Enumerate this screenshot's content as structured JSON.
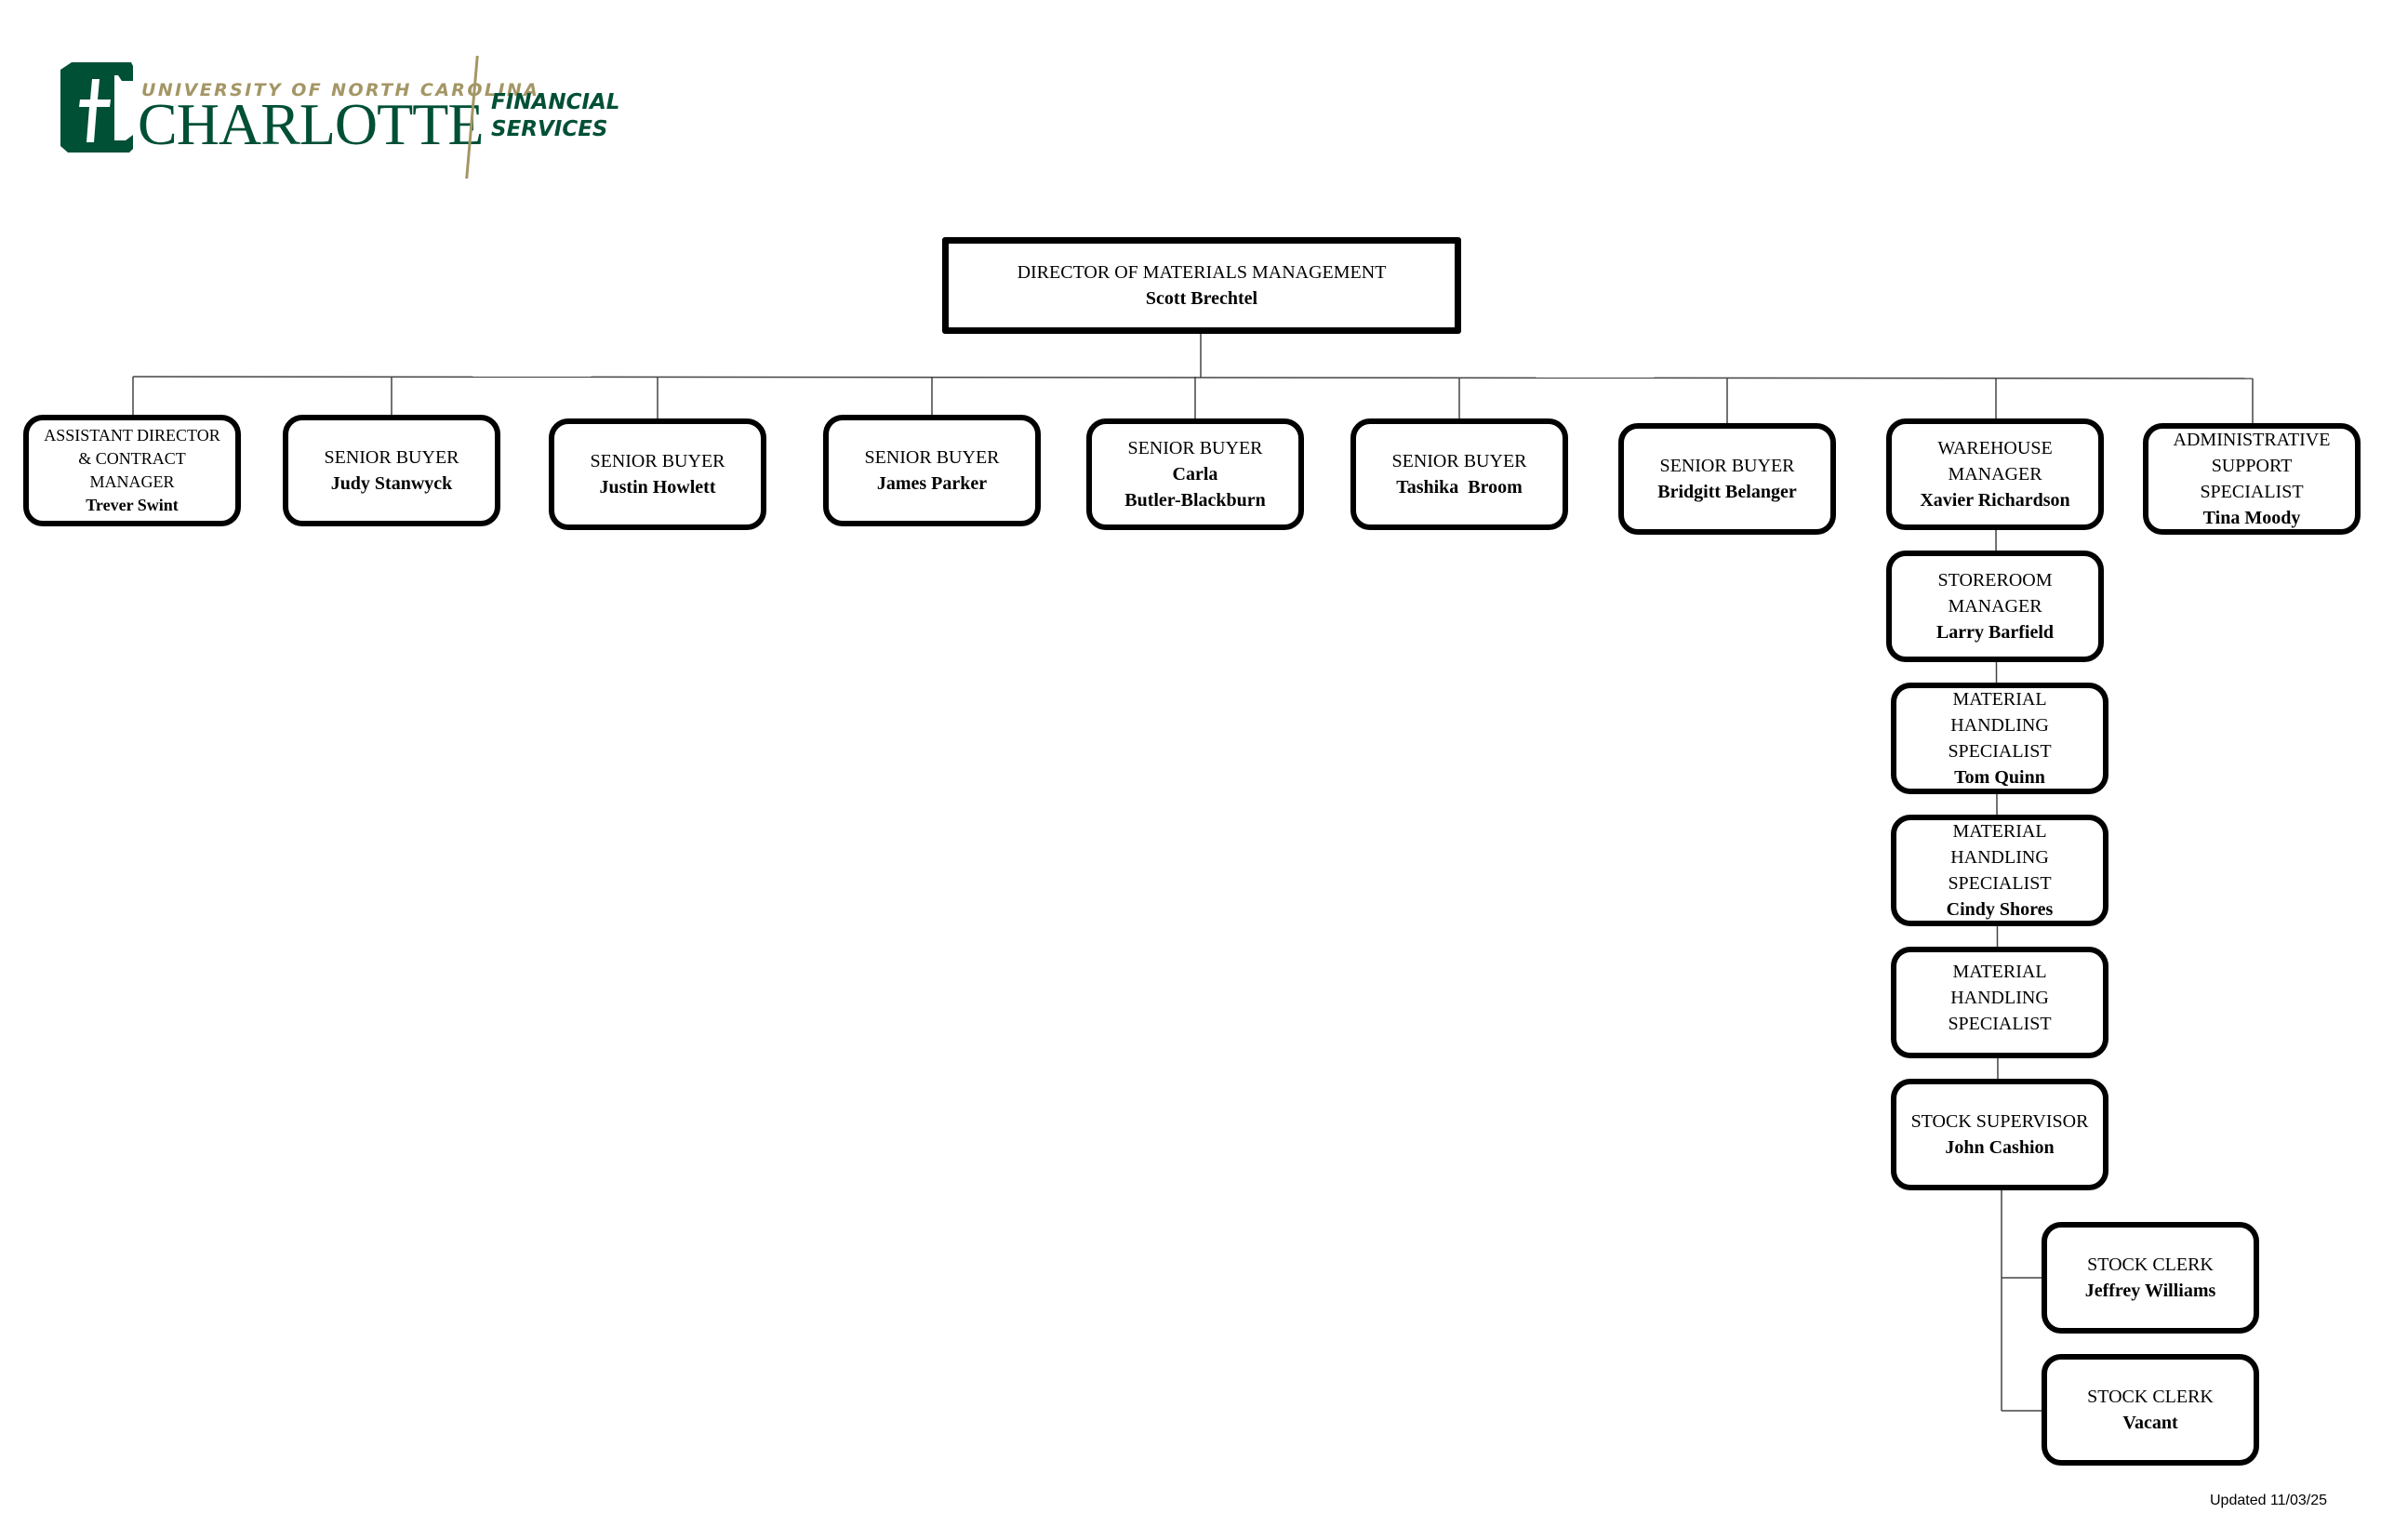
{
  "logo": {
    "university_line": "UNIVERSITY OF NORTH CAROLINA",
    "name": "CHARLOTTE",
    "unit_line1": "FINANCIAL",
    "unit_line2": "SERVICES",
    "brand_green": "#005035",
    "brand_gold": "#a49665"
  },
  "director": {
    "role": "DIRECTOR OF MATERIALS MANAGEMENT",
    "name": "Scott Brechtel"
  },
  "reports": [
    {
      "role_lines": [
        "ASSISTANT DIRECTOR",
        "& CONTRACT",
        "MANAGER"
      ],
      "name": "Trever Swint"
    },
    {
      "role_lines": [
        "SENIOR BUYER"
      ],
      "name": "Judy Stanwyck"
    },
    {
      "role_lines": [
        "SENIOR BUYER"
      ],
      "name": "Justin Howlett"
    },
    {
      "role_lines": [
        "SENIOR BUYER"
      ],
      "name": "James Parker"
    },
    {
      "role_lines": [
        "SENIOR BUYER"
      ],
      "name_lines": [
        "Carla",
        "Butler-Blackburn"
      ]
    },
    {
      "role_lines": [
        "SENIOR BUYER"
      ],
      "name": "Tashika  Broom"
    },
    {
      "role_lines": [
        "SENIOR BUYER"
      ],
      "name": "Bridgitt Belanger"
    },
    {
      "role_lines": [
        "WAREHOUSE",
        "MANAGER"
      ],
      "name": "Xavier Richardson"
    },
    {
      "role_lines": [
        "ADMINISTRATIVE",
        "SUPPORT",
        "SPECIALIST"
      ],
      "name": "Tina Moody"
    }
  ],
  "warehouse_chain": [
    {
      "role_lines": [
        "STOREROOM",
        "MANAGER"
      ],
      "name": "Larry Barfield"
    },
    {
      "role_lines": [
        "MATERIAL",
        "HANDLING",
        "SPECIALIST"
      ],
      "name": "Tom Quinn"
    },
    {
      "role_lines": [
        "MATERIAL",
        "HANDLING",
        "SPECIALIST"
      ],
      "name": "Cindy Shores"
    },
    {
      "role_lines": [
        "MATERIAL",
        "HANDLING",
        "SPECIALIST"
      ],
      "name": ""
    },
    {
      "role_lines": [
        "STOCK SUPERVISOR"
      ],
      "name": "John Cashion"
    }
  ],
  "stock_clerks": [
    {
      "role": "STOCK CLERK",
      "name": "Jeffrey Williams"
    },
    {
      "role": "STOCK CLERK",
      "name": "Vacant"
    }
  ],
  "footer": {
    "updated": "Updated 11/03/25"
  }
}
